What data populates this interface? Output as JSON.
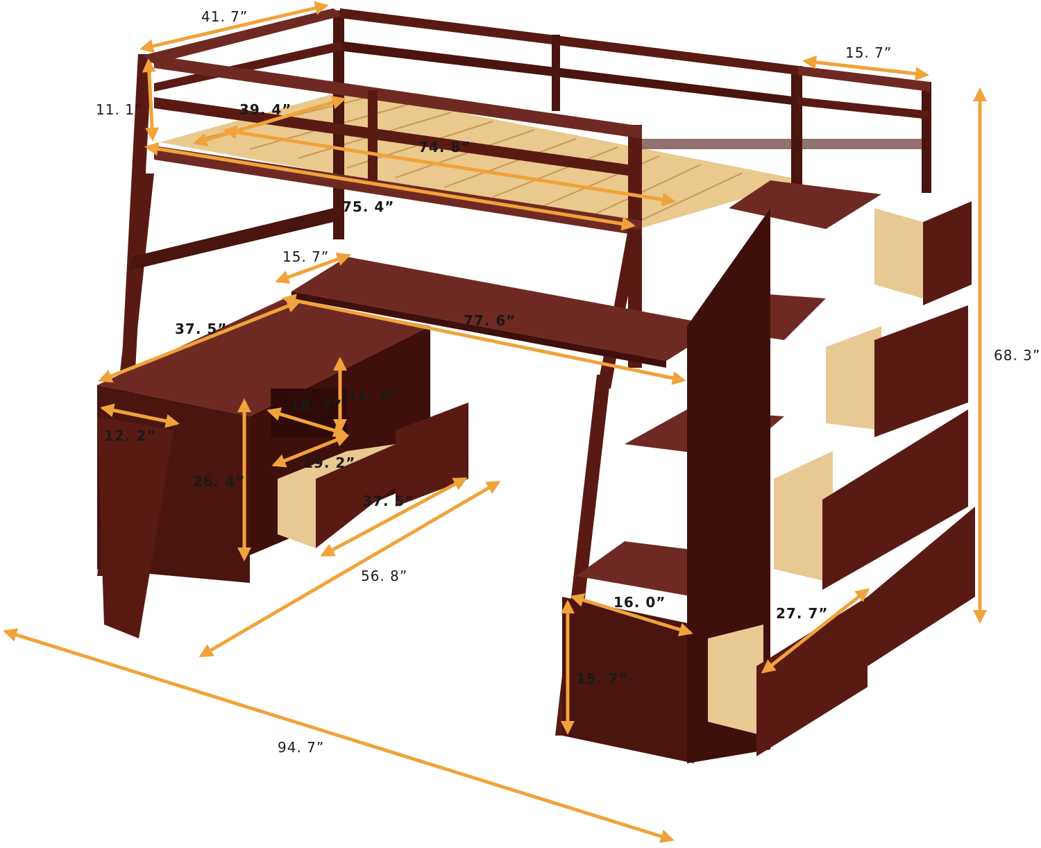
{
  "colors": {
    "wood": "#5a1a14",
    "wood_dark": "#3f0f0b",
    "wood_light": "#6e2a22",
    "slat": "#e9c98d",
    "drawer_inside": "#e8c893",
    "arrow": "#f0a33a",
    "text": "#1a1a1a"
  },
  "dimensions": {
    "top_width": "41. 7”",
    "guard_height": "11. 1”",
    "slat_width": "39. 4”",
    "slat_length": "74. 8”",
    "frame_length": "75. 4”",
    "top_right_depth": "15. 7”",
    "total_height": "68. 3”",
    "desk_depth": "15. 7”",
    "desk_length": "77. 6”",
    "cabinet_length": "37. 5”",
    "cabinet_depth": "12. 2”",
    "cabinet_height": "26. 4”",
    "shelf_width": "18. 7”",
    "shelf_height": "11. 0”",
    "drawer_width": "19. 2”",
    "drawer_row_length": "37. 5”",
    "under_width": "56. 8”",
    "overall_length": "94. 7”",
    "stair_width": "16. 0”",
    "stair_height": "15. 7”",
    "stair_drawer_depth": "27. 7”"
  }
}
